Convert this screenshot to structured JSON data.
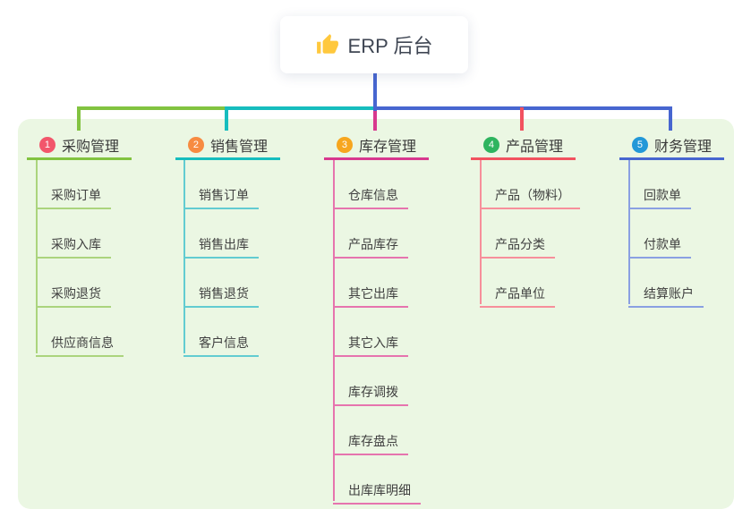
{
  "root": {
    "icon": "thumbs-up",
    "label": "ERP 后台"
  },
  "branches": [
    {
      "number": "1",
      "label": "采购管理",
      "color": "#82C340",
      "light_color": "#ABD47D",
      "badge_color": "#F2566B",
      "children": [
        "采购订单",
        "采购入库",
        "采购退货",
        "供应商信息"
      ]
    },
    {
      "number": "2",
      "label": "销售管理",
      "color": "#16BDBE",
      "light_color": "#62CCD1",
      "badge_color": "#F78B41",
      "children": [
        "销售订单",
        "销售出库",
        "销售退货",
        "客户信息"
      ]
    },
    {
      "number": "3",
      "label": "库存管理",
      "color": "#D8388E",
      "light_color": "#E674AE",
      "badge_color": "#F7A61E",
      "children": [
        "仓库信息",
        "产品库存",
        "其它出库",
        "其它入库",
        "库存调拨",
        "库存盘点",
        "出库库明细"
      ]
    },
    {
      "number": "4",
      "label": "产品管理",
      "color": "#F2525F",
      "light_color": "#F78F9B",
      "badge_color": "#2EB45F",
      "children": [
        "产品（物料）",
        "产品分类",
        "产品单位"
      ]
    },
    {
      "number": "5",
      "label": "财务管理",
      "color": "#4766D0",
      "light_color": "#8AA0E2",
      "badge_color": "#2298D8",
      "children": [
        "回款单",
        "付款单",
        "结算账户"
      ]
    }
  ],
  "colors": {
    "panel_background": "#EBF7E3",
    "root_connector": "#4766D0",
    "thumb_icon": "#FFC83D"
  }
}
